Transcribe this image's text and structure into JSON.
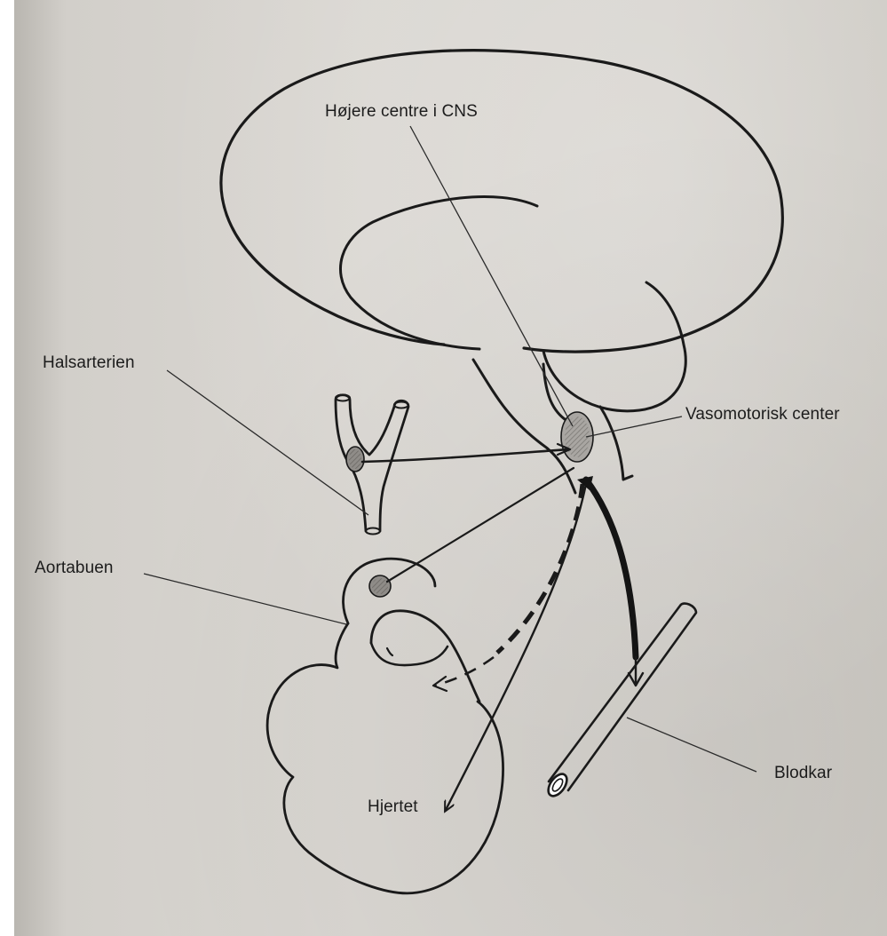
{
  "labels": {
    "higher_centres": "Højere centre i CNS",
    "carotid": "Halsarterien",
    "vasomotor_center": "Vasomotorisk center",
    "aortic_arch": "Aortabuen",
    "heart": "Hjertet",
    "blood_vessel": "Blodkar"
  },
  "colors": {
    "ink": "#1a1a1a",
    "paper": "#d7d4cf",
    "receptor_fill": "#8f8c88"
  }
}
